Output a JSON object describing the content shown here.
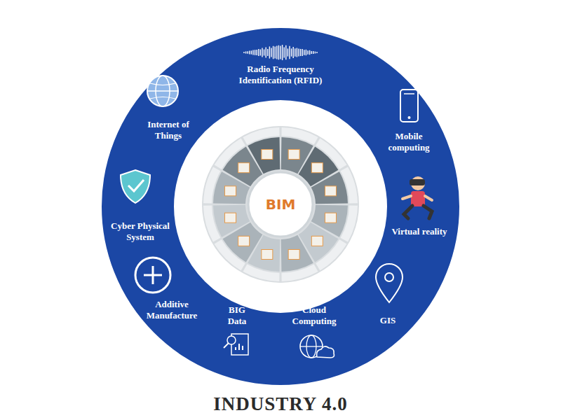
{
  "diagram": {
    "title": "INDUSTRY 4.0",
    "nodes": [
      {
        "text": [
          "BIM"
        ]
      }
    ],
    "labels": [
      "Radio Frequency Identification (RFID)",
      "Internet of Things",
      "Mobile computing",
      "Virtual reality",
      "Cyber Physical System",
      "Additive Manufacture",
      "BIG Data",
      "Cloud Computing",
      "GIS"
    ]
  }
}
